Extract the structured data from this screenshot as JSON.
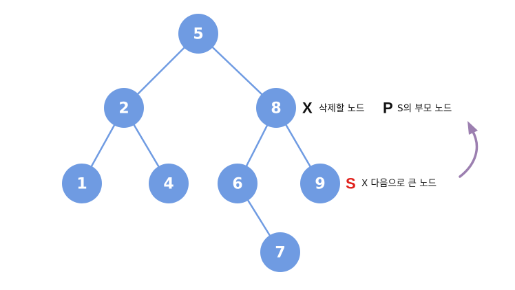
{
  "tree": {
    "nodes": [
      {
        "id": "n5",
        "label": "5"
      },
      {
        "id": "n2",
        "label": "2"
      },
      {
        "id": "n8",
        "label": "8"
      },
      {
        "id": "n1",
        "label": "1"
      },
      {
        "id": "n4",
        "label": "4"
      },
      {
        "id": "n6",
        "label": "6"
      },
      {
        "id": "n9",
        "label": "9"
      },
      {
        "id": "n7",
        "label": "7"
      }
    ],
    "edges": [
      [
        "n5",
        "n2"
      ],
      [
        "n5",
        "n8"
      ],
      [
        "n2",
        "n1"
      ],
      [
        "n2",
        "n4"
      ],
      [
        "n8",
        "n6"
      ],
      [
        "n8",
        "n9"
      ],
      [
        "n6",
        "n7"
      ]
    ]
  },
  "annotations": {
    "x_marker": "X",
    "x_text": "삭제할 노드",
    "p_marker": "P",
    "p_text": "S의 부모 노드",
    "s_marker": "S",
    "s_text": "X 다음으로 큰 노드"
  },
  "colors": {
    "node": "#6f9be2",
    "edge": "#6f9be2",
    "s_marker": "#e0201b",
    "arrow": "#9c7fb0"
  }
}
